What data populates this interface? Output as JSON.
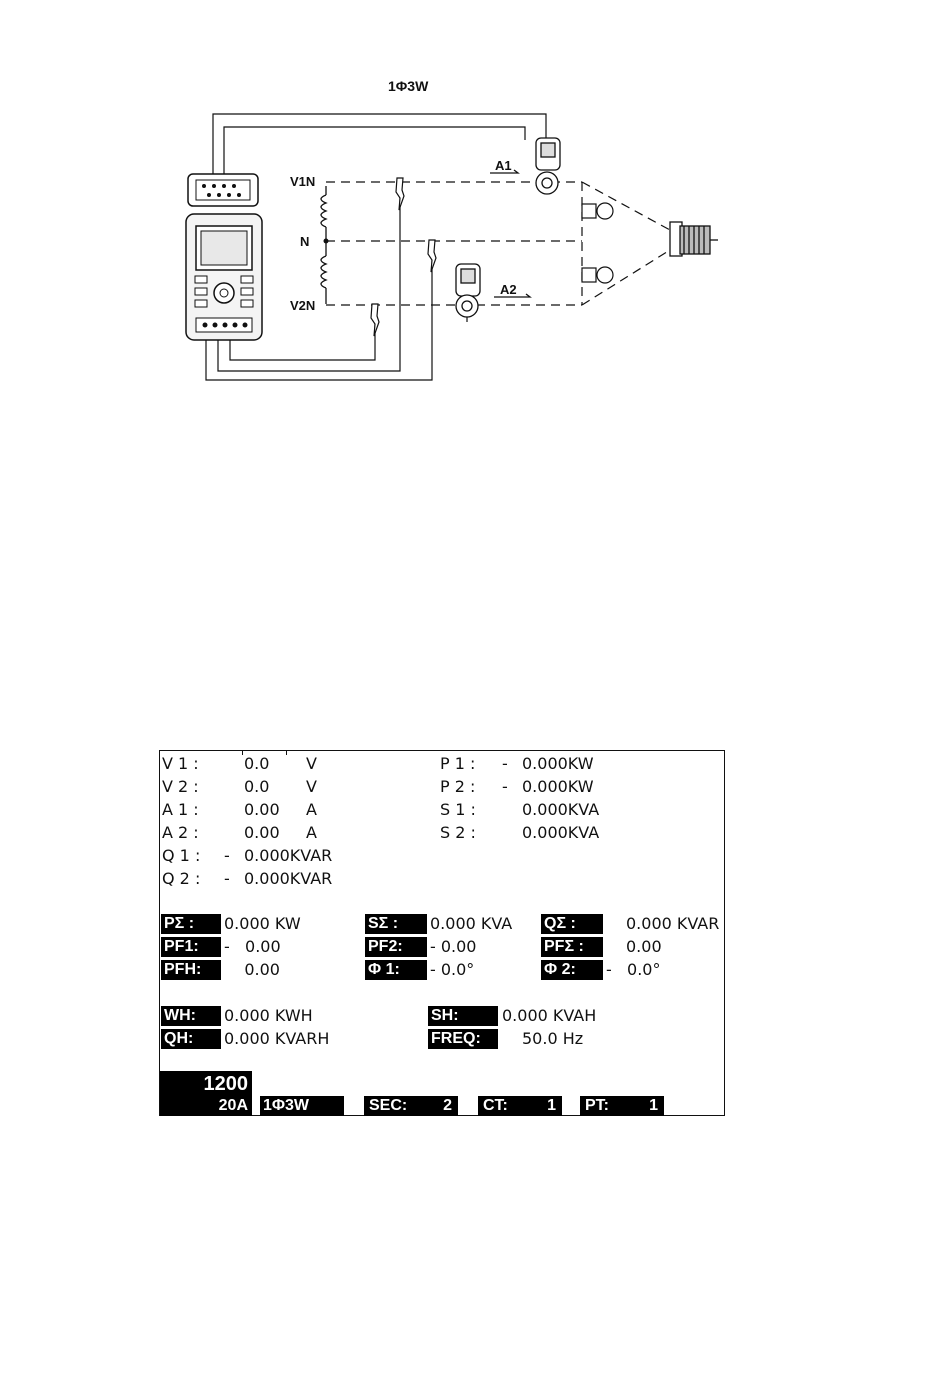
{
  "diagram": {
    "title": "1Φ3W",
    "labels": {
      "v1n": "V1N",
      "n": "N",
      "v2n": "V2N",
      "a1": "A1",
      "a2": "A2"
    }
  },
  "screen": {
    "left": [
      {
        "label": "V 1 :",
        "sign": "",
        "value": "0.0",
        "unit": "V"
      },
      {
        "label": "V 2 :",
        "sign": "",
        "value": "0.0",
        "unit": "V"
      },
      {
        "label": "A 1 :",
        "sign": "",
        "value": "0.00",
        "unit": "A"
      },
      {
        "label": "A 2 :",
        "sign": "",
        "value": "0.00",
        "unit": "A"
      },
      {
        "label": "Q 1 :",
        "sign": "-",
        "value": "0.000KVAR",
        "unit": ""
      },
      {
        "label": "Q 2 :",
        "sign": "-",
        "value": "0.000KVAR",
        "unit": ""
      }
    ],
    "right": [
      {
        "label": "P 1 :",
        "sign": "-",
        "value": "0.000KW"
      },
      {
        "label": "P 2 :",
        "sign": "-",
        "value": "0.000KW"
      },
      {
        "label": "S 1 :",
        "sign": "",
        "value": "0.000KVA"
      },
      {
        "label": "S 2 :",
        "sign": "",
        "value": "0.000KVA"
      }
    ],
    "totals": {
      "col1": [
        {
          "label": "PΣ :",
          "value": "0.000 KW"
        },
        {
          "label": "PF1:",
          "value": "-   0.00"
        },
        {
          "label": "PFH:",
          "value": "    0.00"
        }
      ],
      "col2": [
        {
          "label": "SΣ :",
          "value": "0.000 KVA"
        },
        {
          "label": "PF2:",
          "value": "- 0.00"
        },
        {
          "label": "Φ 1:",
          "value": "- 0.0°"
        }
      ],
      "col3": [
        {
          "label": "QΣ :",
          "value": "0.000 KVAR"
        },
        {
          "label": "PFΣ :",
          "value": "0.00"
        },
        {
          "label": "Φ 2:",
          "value": "-   0.0°"
        }
      ]
    },
    "energy": {
      "wh": {
        "label": "WH:",
        "value": "0.000 KWH"
      },
      "qh": {
        "label": "QH:",
        "value": "0.000 KVARH"
      },
      "sh": {
        "label": "SH:",
        "value": "0.000 KVAH"
      },
      "freq": {
        "label": "FREQ:",
        "value": "50.0 Hz"
      }
    },
    "status": {
      "range_top": "1200",
      "range_bottom": "20A",
      "wiring": "1Φ3W",
      "sec_label": "SEC:",
      "sec_value": "2",
      "ct_label": "CT:",
      "ct_value": "1",
      "pt_label": "PT:",
      "pt_value": "1"
    }
  }
}
